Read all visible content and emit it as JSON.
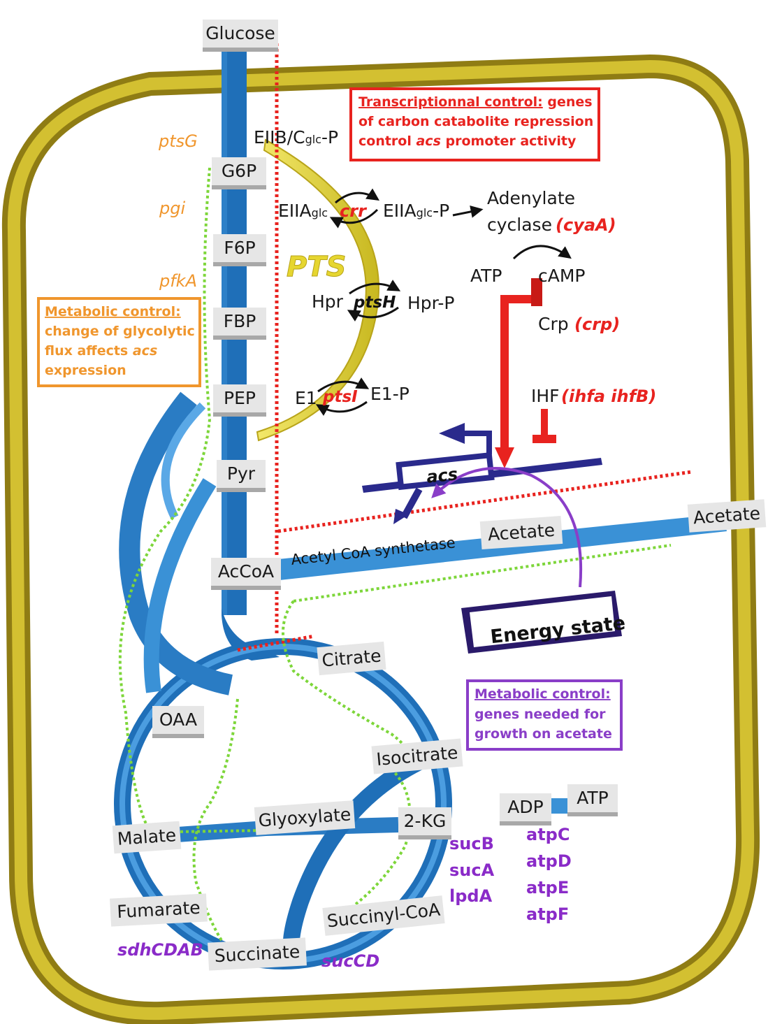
{
  "metabolites": {
    "glucose": "Glucose",
    "g6p": "G6P",
    "f6p": "F6P",
    "fbp": "FBP",
    "pep": "PEP",
    "pyr": "Pyr",
    "accoa": "AcCoA",
    "citrate": "Citrate",
    "oaa": "OAA",
    "isocitrate": "Isocitrate",
    "malate": "Malate",
    "glyoxylate": "Glyoxylate",
    "twokg": "2-KG",
    "fumarate": "Fumarate",
    "succinylcoa": "Succinyl-CoA",
    "succinate": "Succinate",
    "acetate_in": "Acetate",
    "acetate_out": "Acetate",
    "adp": "ADP",
    "atp_box": "ATP"
  },
  "glycolysis_genes": {
    "ptsG": "ptsG",
    "pgi": "pgi",
    "pfkA": "pfkA"
  },
  "pts": {
    "label": "PTS",
    "eiib_main": "EIIB/C",
    "eiib_sub": "glc",
    "eiib_tail": "-P",
    "eiia_main": "EIIA",
    "eiia_sub": "glc",
    "eiiap_main": "EIIA",
    "eiiap_sub": "glc",
    "eiiap_tail": "-P",
    "crr": "crr",
    "hpr": "Hpr",
    "ptsH": "ptsH",
    "hprp": "Hpr-P",
    "e1": "E1",
    "ptsI": "ptsI",
    "e1p": "E1-P"
  },
  "regulation": {
    "adenylate_1": "Adenylate",
    "adenylate_2": "cyclase",
    "cyaA": "(cyaA)",
    "atp": "ATP",
    "camp": "cAMP",
    "crp_label": "Crp",
    "crp_gene": "(crp)",
    "ihf": "IHF",
    "ihf_genes": "(ihfa ihfB)",
    "acs": "acs",
    "acetyl_coa_synthetase": "Acetyl CoA synthetase",
    "energy_state": "Energy state"
  },
  "boxes": {
    "transcriptional": {
      "title": "Transcriptionnal control:",
      "line1_rest": " genes",
      "line2": "of carbon catabolite repression",
      "line3_a": "control ",
      "line3_b": "acs",
      "line3_c": " promoter activity"
    },
    "metabolic_orange": {
      "title": "Metabolic control:",
      "line2": "change of glycolytic",
      "line3_a": "flux affects ",
      "line3_b": "acs",
      "line4": "expression"
    },
    "metabolic_purple": {
      "title": "Metabolic control:",
      "line2": "genes needed for",
      "line3": "growth on acetate"
    }
  },
  "tca_genes": {
    "sucB": "sucB",
    "sucA": "sucA",
    "lpdA": "lpdA",
    "atpC": "atpC",
    "atpD": "atpD",
    "atpE": "atpE",
    "atpF": "atpF",
    "sdhCDAB": "sdhCDAB",
    "sucCD": "sucCD"
  },
  "colors": {
    "membrane": "#c9b22b",
    "membrane_dark": "#8f7c14",
    "flux_dark": "#1f6fb8",
    "flux_light": "#3a91d6",
    "pts_yellow": "#e6d630",
    "red": "#e8231f",
    "navy": "#2a2a8c",
    "purple": "#6a2aa0",
    "orange": "#f0962d",
    "green_dash": "#7dd63a"
  }
}
